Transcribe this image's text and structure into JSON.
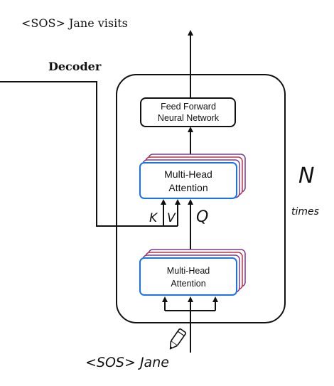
{
  "output_text": "<SOS> Jane visits",
  "decoder_label": "Decoder",
  "ffn": {
    "line1": "Feed Forward",
    "line2": "Neural Network"
  },
  "mha_upper": {
    "line1": "Multi-Head",
    "line2": "Attention"
  },
  "mha_lower": {
    "line1": "Multi-Head",
    "line2": "Attention"
  },
  "handwritten": {
    "k": "K",
    "v": "V",
    "q": "Q",
    "n": "N",
    "times": "times",
    "input": "<SOS> Jane"
  },
  "colors": {
    "block_border": "#1a73e8",
    "stack_red": "#c0304a",
    "stack_purple": "#7a3a8a",
    "ink": "#111111"
  }
}
